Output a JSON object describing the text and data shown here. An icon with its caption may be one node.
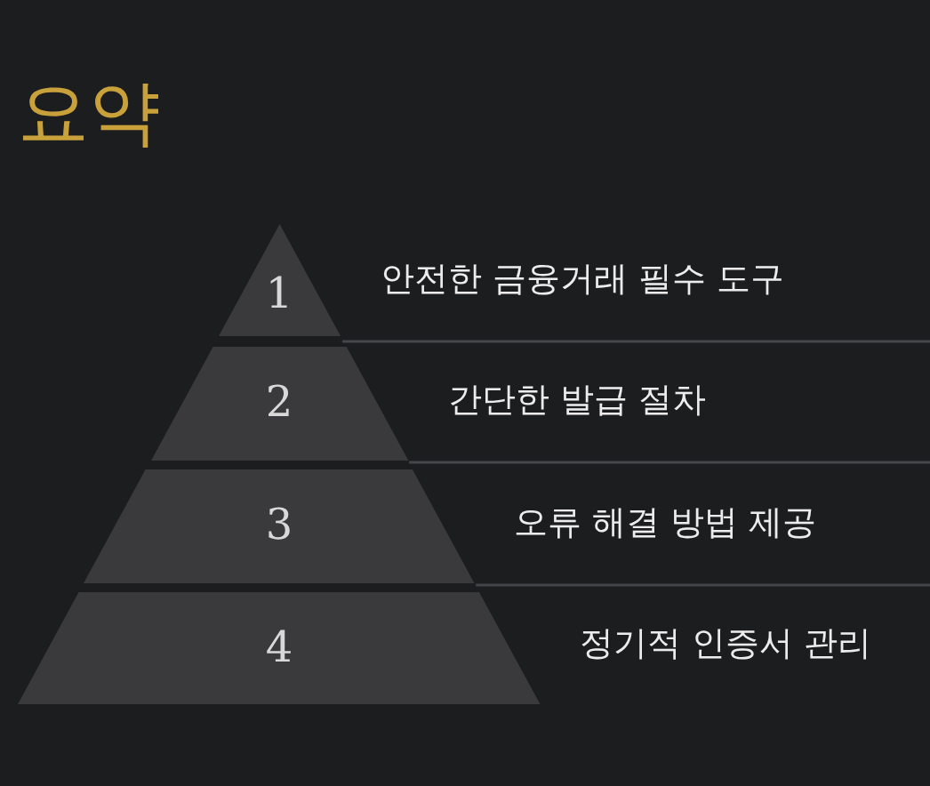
{
  "diagram": {
    "title": "요약",
    "nodes": [
      {
        "text": [
          "1"
        ],
        "beside": [
          "안전한 금융거래 필수 도구"
        ]
      },
      {
        "text": [
          "2"
        ],
        "beside": [
          "간단한 발급 절차"
        ]
      },
      {
        "text": [
          "3"
        ],
        "beside": [
          "오류 해결 방법 제공"
        ]
      },
      {
        "text": [
          "4"
        ],
        "beside": [
          "정기적 인증서 관리"
        ]
      }
    ],
    "edges": []
  }
}
